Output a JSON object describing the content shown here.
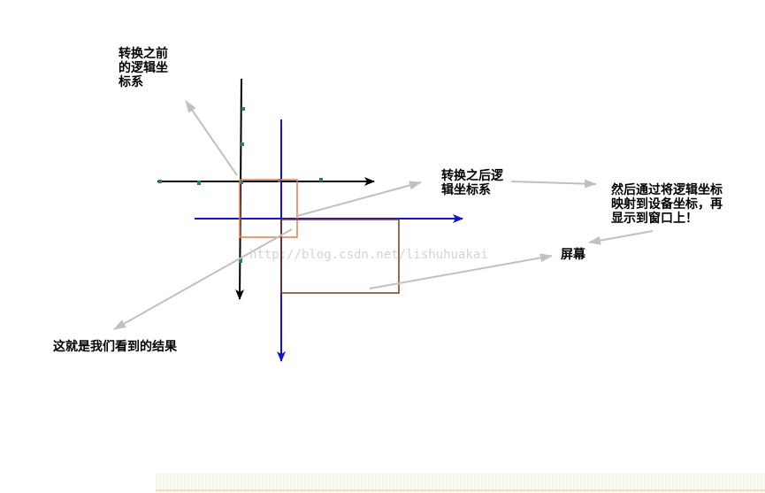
{
  "labels": {
    "logical_before_line1": "转换之前",
    "logical_before_line2": "的逻辑坐",
    "logical_before_line3": "标系",
    "logical_after_line1": "转换之后逻",
    "logical_after_line2": "辑坐标系",
    "mapping_line1": "然后通过将逻辑坐标",
    "mapping_line2": "映射到设备坐标，再",
    "mapping_line3": "显示到窗口上！",
    "screen": "屏幕",
    "result": "这就是我们看到的结果"
  },
  "watermark": "http://blog.csdn.net/lishuhuakai",
  "colors": {
    "original_axes": "#000000",
    "translated_axes": "#1010e0",
    "clip_rect": "#f07840",
    "screen_rect": "#7a3a10",
    "pointer_arrows": "#c0c0c0",
    "tick_marks": "#208080"
  }
}
